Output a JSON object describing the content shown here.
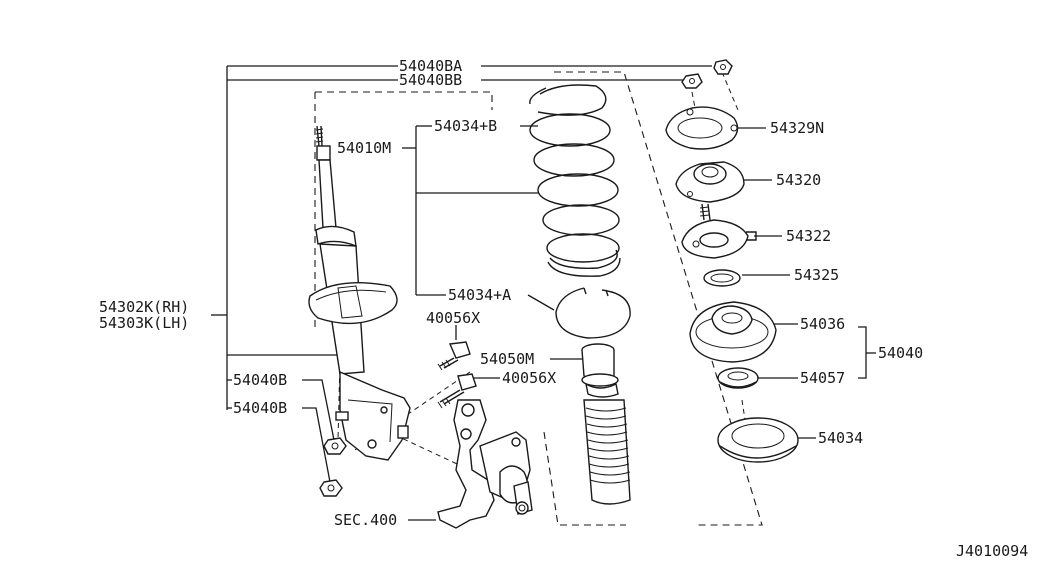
{
  "labels": {
    "p54040BA": "54040BA",
    "p54040BB": "54040BB",
    "p54010M": "54010M",
    "p54034B": "54034+B",
    "p54034A": "54034+A",
    "p54302K": "54302K(RH)",
    "p54303K": "54303K(LH)",
    "p40056X_a": "40056X",
    "p40056X_b": "40056X",
    "p54050M": "54050M",
    "p54040B_a": "54040B",
    "p54040B_b": "54040B",
    "sec400": "SEC.400",
    "p54329N": "54329N",
    "p54320": "54320",
    "p54322": "54322",
    "p54325": "54325",
    "p54036": "54036",
    "p54040": "54040",
    "p54057": "54057",
    "p54034": "54034",
    "diagram_id": "J4010094"
  }
}
